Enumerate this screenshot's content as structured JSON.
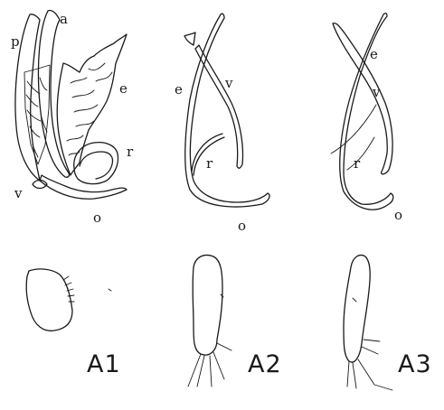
{
  "figure_1": {
    "labels": {
      "p": "p",
      "a": "a",
      "e": "e",
      "r": "r",
      "v": "v",
      "o": "o"
    }
  },
  "figure_2": {
    "labels": {
      "e": "e",
      "v": "v",
      "r": "r",
      "o": "o"
    }
  },
  "figure_3": {
    "labels": {
      "e": "e",
      "v": "v",
      "r": "r",
      "o": "o"
    }
  },
  "captions": {
    "a1": "A1",
    "a2": "A2",
    "a3": "A3"
  }
}
